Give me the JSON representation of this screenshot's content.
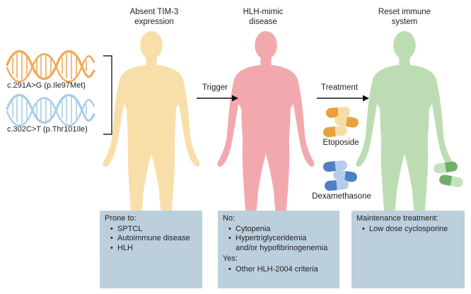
{
  "columns": [
    {
      "title": "Absent TIM-3\nexpression",
      "figure_color": "#f8dfaa"
    },
    {
      "title": "HLH-mimic\ndisease",
      "figure_color": "#f2a9ae"
    },
    {
      "title": "Reset immune\nsystem",
      "figure_color": "#bedcb4"
    }
  ],
  "variants": [
    {
      "label": "c.291A>G (p.Ile97Met)",
      "color": "#f2a85a"
    },
    {
      "label": "c.302C>T (p.Thr101Ile)",
      "color": "#a9cde8"
    }
  ],
  "arrows": [
    {
      "label": "Trigger"
    },
    {
      "label": "Treatment"
    }
  ],
  "drugs": [
    {
      "label": "Etoposide",
      "capsule_colors": [
        "#e9a13b",
        "#f7dcaa"
      ]
    },
    {
      "label": "Dexamethasone",
      "capsule_colors": [
        "#4f7fc4",
        "#b5cdec"
      ]
    }
  ],
  "maintenance_capsule_colors": [
    "#72ae6a",
    "#c5e2bd"
  ],
  "boxes": [
    {
      "sections": [
        {
          "header": "Prone to:",
          "items": [
            "SPTCL",
            "Autoimmune disease",
            "HLH"
          ]
        }
      ]
    },
    {
      "sections": [
        {
          "header": "No:",
          "items": [
            "Cytopenia",
            "Hypertriglyceridemia\nand/or hypofibrinogenemia"
          ]
        },
        {
          "header": "Yes:",
          "items": [
            "Other HLH-2004 criteria"
          ]
        }
      ]
    },
    {
      "sections": [
        {
          "header": "Maintenance treatment:",
          "items": [
            "Low dose cyclosporine"
          ]
        }
      ]
    }
  ],
  "box_color": "#bccfdd"
}
